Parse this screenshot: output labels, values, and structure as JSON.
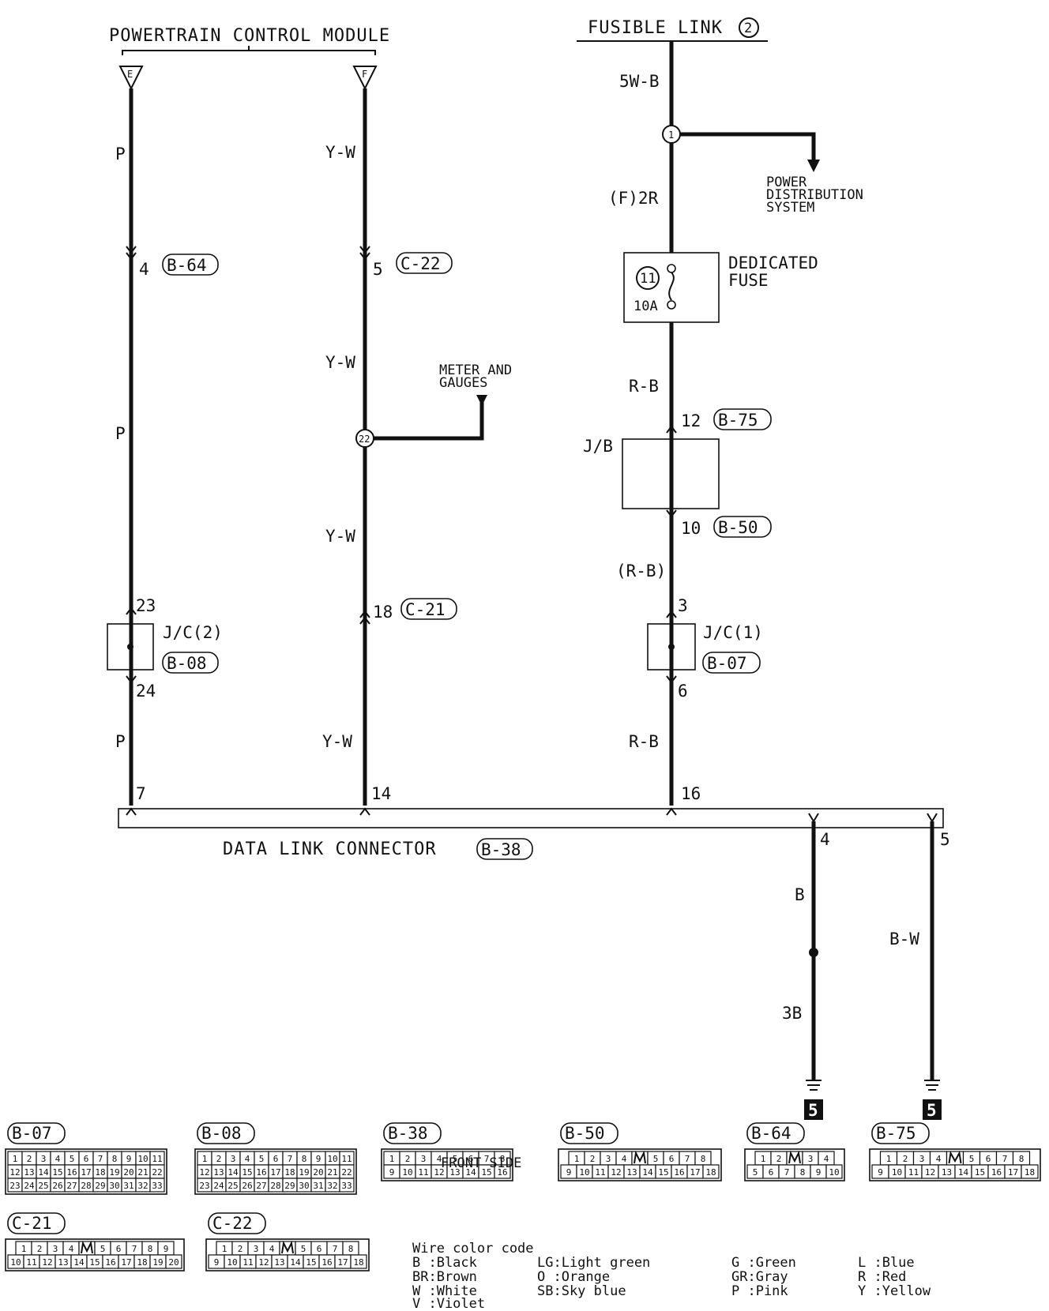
{
  "titles": {
    "pcm": "POWERTRAIN CONTROL MODULE",
    "fusible_link": "FUSIBLE LINK",
    "fusible_link_num": "2",
    "data_link": "DATA LINK CONNECTOR",
    "data_link_conn": "B-38"
  },
  "pcm_terminals": {
    "e": "E",
    "f": "F"
  },
  "wire_labels": {
    "p1": "P",
    "p2": "P",
    "p3": "P",
    "yw1": "Y-W",
    "yw2": "Y-W",
    "yw3": "Y-W",
    "yw4": "Y-W",
    "w5wb": "5W-B",
    "f2r": "(F)2R",
    "rb1": "R-B",
    "rb2": "(R-B)",
    "rb3": "R-B",
    "b": "B",
    "b3": "3B",
    "bw": "B-W"
  },
  "pins": {
    "p4": "4",
    "p5": "5",
    "p23": "23",
    "p24": "24",
    "p18": "18",
    "p12": "12",
    "p10": "10",
    "p3": "3",
    "p6": "6",
    "p7": "7",
    "p14": "14",
    "p16": "16",
    "dl4": "4",
    "dl5": "5"
  },
  "connectors": {
    "b64": "B-64",
    "c22": "C-22",
    "b08": "B-08",
    "c21": "C-21",
    "b75": "B-75",
    "b50": "B-50",
    "b07": "B-07"
  },
  "splices": {
    "s1": "1",
    "s22": "22"
  },
  "labels": {
    "power_dist": [
      "POWER",
      "DISTRIBUTION",
      "SYSTEM"
    ],
    "meter": [
      "METER AND",
      "GAUGES"
    ],
    "ded_fuse": [
      "DEDICATED",
      "FUSE"
    ],
    "fuse_num": "11",
    "fuse_amp": "10A",
    "jb": "J/B",
    "jc2": "J/C(2)",
    "jc1": "J/C(1)",
    "ground": "5",
    "front_side": "FRONT SIDE"
  },
  "connector_views": [
    {
      "id": "B-07",
      "rows": [
        [
          "1",
          "2",
          "3",
          "4",
          "5",
          "6",
          "7",
          "8",
          "9",
          "10",
          "11"
        ],
        [
          "12",
          "13",
          "14",
          "15",
          "16",
          "17",
          "18",
          "19",
          "20",
          "21",
          "22"
        ],
        [
          "23",
          "24",
          "25",
          "26",
          "27",
          "28",
          "29",
          "30",
          "31",
          "32",
          "33"
        ]
      ]
    },
    {
      "id": "B-08",
      "rows": [
        [
          "1",
          "2",
          "3",
          "4",
          "5",
          "6",
          "7",
          "8",
          "9",
          "10",
          "11"
        ],
        [
          "12",
          "13",
          "14",
          "15",
          "16",
          "17",
          "18",
          "19",
          "20",
          "21",
          "22"
        ],
        [
          "23",
          "24",
          "25",
          "26",
          "27",
          "28",
          "29",
          "30",
          "31",
          "32",
          "33"
        ]
      ]
    },
    {
      "id": "B-38",
      "rows": [
        [
          "1",
          "2",
          "3",
          "4",
          "5",
          "6",
          "7",
          "8"
        ],
        [
          "9",
          "10",
          "11",
          "12",
          "13",
          "14",
          "15",
          "16"
        ]
      ]
    },
    {
      "id": "B-50",
      "rows": [
        [
          "1",
          "2",
          "3",
          "4",
          "",
          "5",
          "6",
          "7",
          "8"
        ],
        [
          "9",
          "10",
          "11",
          "12",
          "13",
          "14",
          "15",
          "16",
          "17",
          "18"
        ]
      ]
    },
    {
      "id": "B-64",
      "rows": [
        [
          "1",
          "2",
          "",
          "3",
          "4"
        ],
        [
          "5",
          "6",
          "7",
          "8",
          "9",
          "10"
        ]
      ]
    },
    {
      "id": "B-75",
      "rows": [
        [
          "1",
          "2",
          "3",
          "4",
          "",
          "5",
          "6",
          "7",
          "8"
        ],
        [
          "9",
          "10",
          "11",
          "12",
          "13",
          "14",
          "15",
          "16",
          "17",
          "18"
        ]
      ]
    },
    {
      "id": "C-21",
      "rows": [
        [
          "1",
          "2",
          "3",
          "4",
          "",
          "5",
          "6",
          "7",
          "8",
          "9"
        ],
        [
          "10",
          "11",
          "12",
          "13",
          "14",
          "15",
          "16",
          "17",
          "18",
          "19",
          "20"
        ]
      ]
    },
    {
      "id": "C-22",
      "rows": [
        [
          "1",
          "2",
          "3",
          "4",
          "",
          "5",
          "6",
          "7",
          "8"
        ],
        [
          "9",
          "10",
          "11",
          "12",
          "13",
          "14",
          "15",
          "16",
          "17",
          "18"
        ]
      ]
    }
  ],
  "legend": {
    "title": "Wire color code",
    "items": [
      [
        "B :Black",
        "BR:Brown",
        "W :White",
        "V :Violet"
      ],
      [
        "LG:Light green",
        "O :Orange",
        "SB:Sky blue"
      ],
      [
        "G :Green",
        "GR:Gray",
        "P :Pink"
      ],
      [
        "L :Blue",
        "R :Red",
        "Y :Yellow"
      ]
    ]
  }
}
